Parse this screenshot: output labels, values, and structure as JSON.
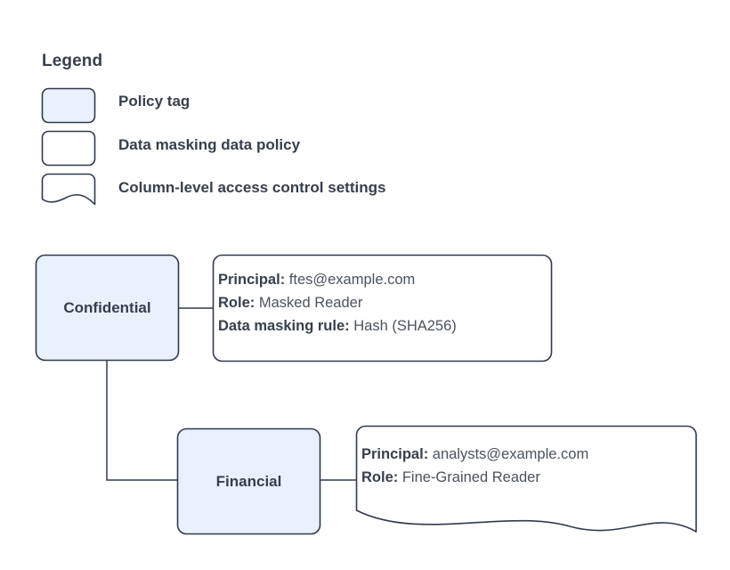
{
  "legend": {
    "title": "Legend",
    "items": [
      {
        "label": "Policy tag",
        "swatch": "rounded-rect-filled",
        "fill": "#e9f1fd",
        "stroke": "#2e3b4e"
      },
      {
        "label": "Data masking data policy",
        "swatch": "rounded-rect-outline",
        "fill": "#ffffff",
        "stroke": "#2e3b4e"
      },
      {
        "label": "Column-level access control settings",
        "swatch": "wavy-bottom-document",
        "fill": "#ffffff",
        "stroke": "#2e3b4e"
      }
    ]
  },
  "diagram": {
    "nodes": [
      {
        "id": "confidential",
        "label": "Confidential",
        "type": "policy-tag"
      },
      {
        "id": "financial",
        "label": "Financial",
        "type": "policy-tag"
      }
    ],
    "policy_boxes": [
      {
        "id": "masking-policy",
        "type": "data-masking-data-policy",
        "attached_to": "confidential",
        "lines": [
          {
            "key": "Principal:",
            "value": "ftes@example.com"
          },
          {
            "key": "Role:",
            "value": "Masked Reader"
          },
          {
            "key": "Data masking rule:",
            "value": "Hash (SHA256)"
          }
        ]
      },
      {
        "id": "column-access-policy",
        "type": "column-level-access-control-settings",
        "attached_to": "financial",
        "lines": [
          {
            "key": "Principal:",
            "value": "analysts@example.com"
          },
          {
            "key": "Role:",
            "value": "Fine-Grained Reader"
          }
        ]
      }
    ],
    "connectors": [
      {
        "from": "confidential",
        "to": "masking-policy"
      },
      {
        "from": "confidential",
        "to": "financial"
      },
      {
        "from": "financial",
        "to": "column-access-policy"
      }
    ]
  },
  "colors": {
    "node_fill": "#e9f1fd",
    "stroke": "#2e3b4e",
    "box_fill": "#ffffff",
    "text": "#36404d",
    "value_text": "#4a5360",
    "background": "#ffffff"
  }
}
